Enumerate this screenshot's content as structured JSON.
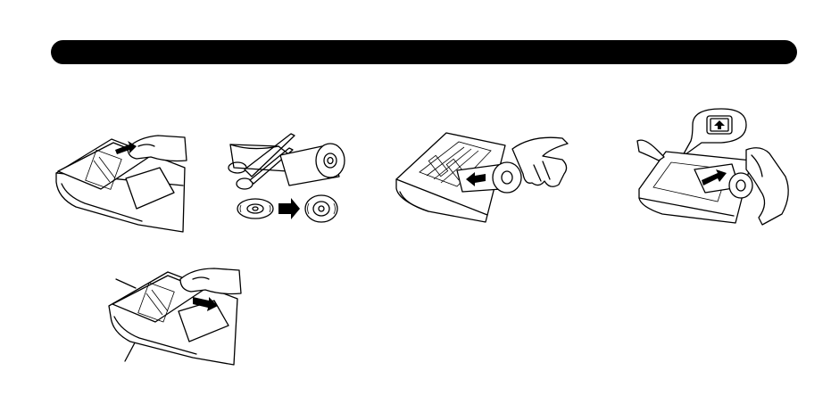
{
  "page": {
    "header_bar_color": "#000000",
    "background": "#ffffff"
  },
  "steps": [
    {
      "id": 1,
      "icon": "open-printer-cover-icon"
    },
    {
      "id": 2,
      "icon": "cut-paper-roll-icon"
    },
    {
      "id": 3,
      "icon": "insert-paper-icon"
    },
    {
      "id": 4,
      "icon": "paper-feed-key-icon",
      "key_symbol": "paper-feed-icon"
    },
    {
      "id": 5,
      "icon": "close-printer-cover-icon"
    }
  ]
}
